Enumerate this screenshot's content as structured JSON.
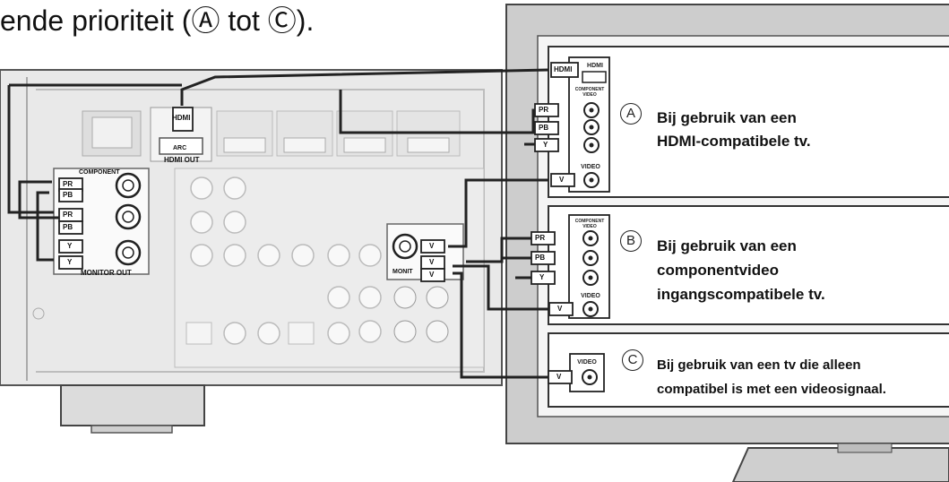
{
  "heading": "ende prioriteit (Ⓐ tot Ⓒ).",
  "receiver": {
    "hdmi_badge": "HDMI",
    "arc": "ARC",
    "hdmi_out": "HDMI OUT",
    "component": "COMPONENT",
    "monitor_out": "MONITOR OUT",
    "monit": "MONIT",
    "plug_pr": "PR",
    "plug_pb": "PB",
    "plug_y": "Y",
    "plug_v": "V"
  },
  "tv": {
    "hdmi": "HDMI",
    "component_video": "COMPONENT VIDEO",
    "video": "VIDEO"
  },
  "options": [
    {
      "letter": "A",
      "line1": "Bij gebruik van een",
      "line2": "HDMI-compatibele tv."
    },
    {
      "letter": "B",
      "line1": "Bij gebruik van een",
      "line2": "componentvideo",
      "line3": "ingangscompatibele tv."
    },
    {
      "letter": "C",
      "line1": "Bij gebruik van een tv die alleen",
      "line2": "compatibel is met een videosignaal."
    }
  ],
  "colors": {
    "receiver_body": "#e9e9e9",
    "tv_frame": "#c9c9c9",
    "cable": "#222222"
  }
}
